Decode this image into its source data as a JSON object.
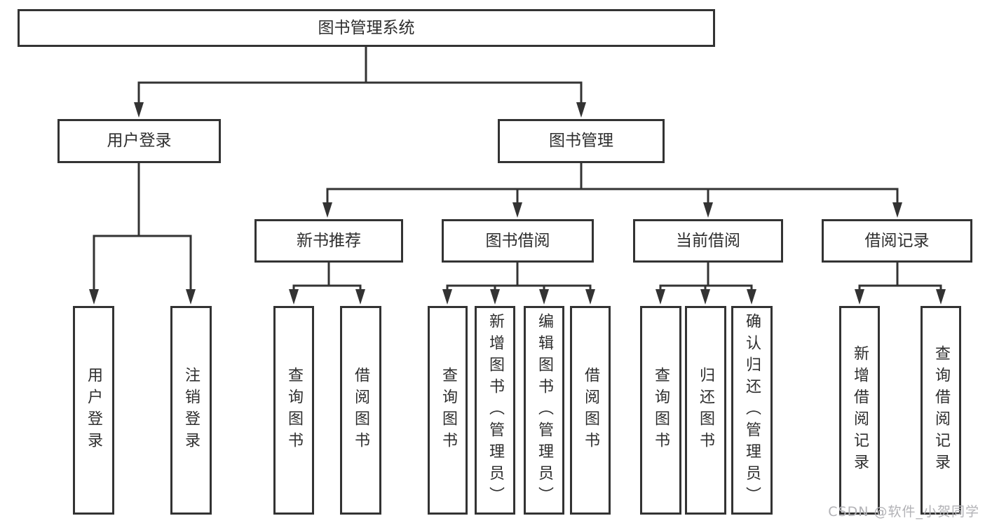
{
  "diagram": {
    "root": {
      "label": "图书管理系统"
    },
    "branches": [
      {
        "label": "用户登录",
        "leaves": [
          {
            "label": "用户登录"
          },
          {
            "label": "注销登录"
          }
        ]
      },
      {
        "label": "图书管理",
        "groups": [
          {
            "label": "新书推荐",
            "leaves": [
              {
                "label": "查询图书"
              },
              {
                "label": "借阅图书"
              }
            ]
          },
          {
            "label": "图书借阅",
            "leaves": [
              {
                "label": "查询图书"
              },
              {
                "label": "新增图书（管理员）"
              },
              {
                "label": "编辑图书（管理员）"
              },
              {
                "label": "借阅图书"
              }
            ]
          },
          {
            "label": "当前借阅",
            "leaves": [
              {
                "label": "查询图书"
              },
              {
                "label": "归还图书"
              },
              {
                "label": "确认归还（管理员）"
              }
            ]
          },
          {
            "label": "借阅记录",
            "leaves": [
              {
                "label": "新增借阅记录"
              },
              {
                "label": "查询借阅记录"
              }
            ]
          }
        ]
      }
    ]
  },
  "watermark": {
    "text": "CSDN @软件_小贺同学"
  },
  "colors": {
    "line": "#333333",
    "text": "#2e2e2e",
    "watermark": "#b2b2b6",
    "background": "#ffffff"
  }
}
